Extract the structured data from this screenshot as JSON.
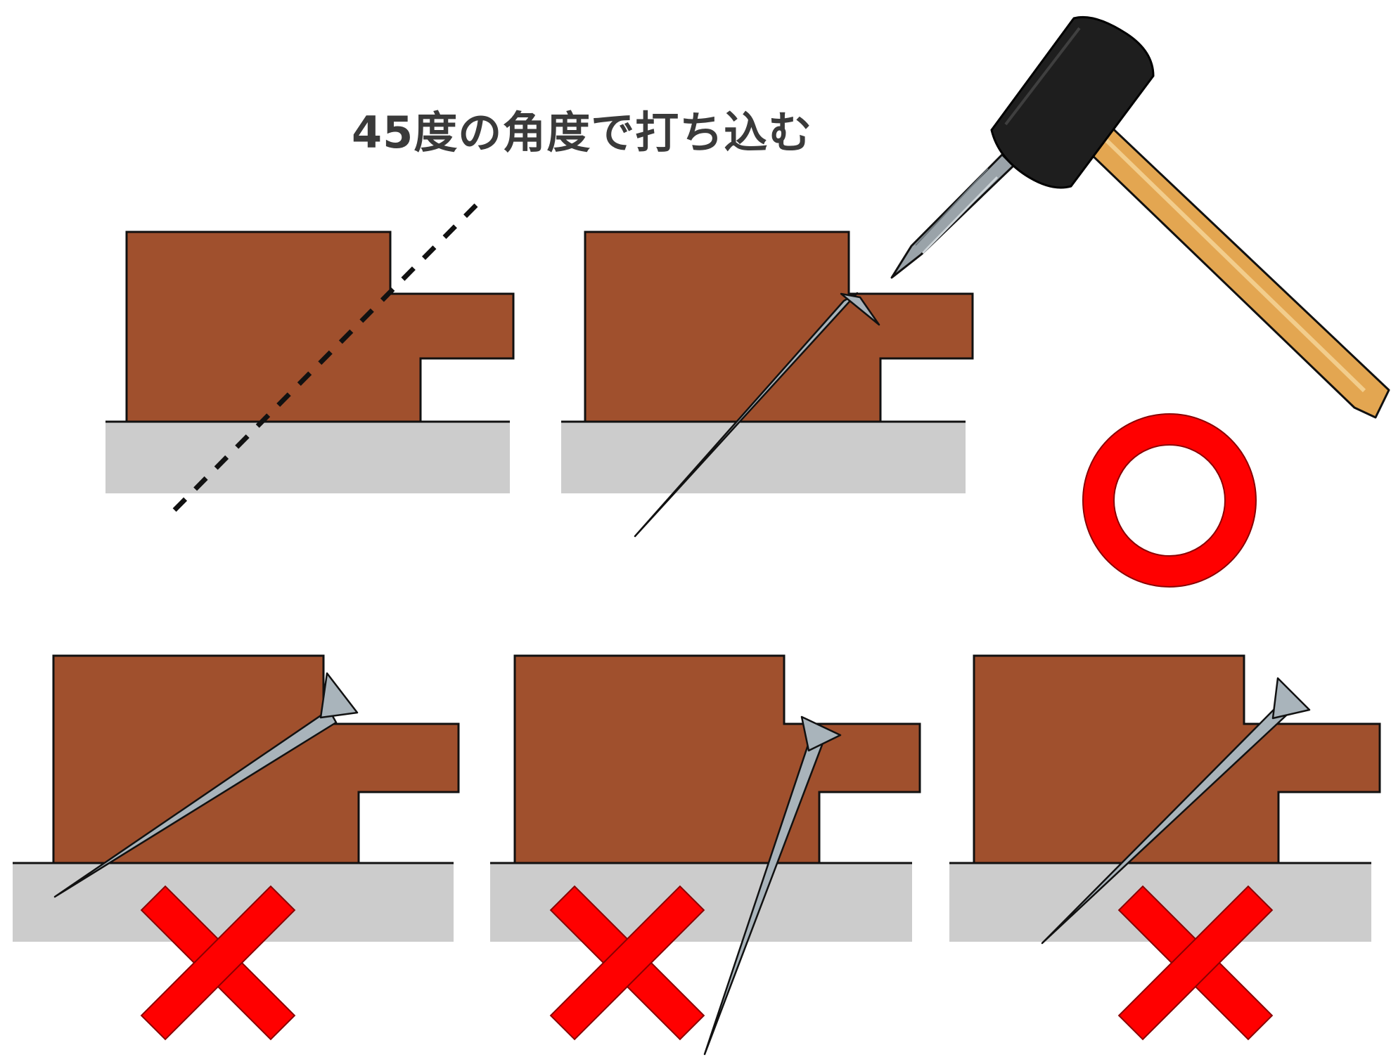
{
  "caption": "45度の角度で打ち込む",
  "colors": {
    "wood": "#a0502d",
    "floor": "#cccccc",
    "nail": "#a9b4bb",
    "mark": "#ff0000",
    "outline": "#111111",
    "hammer_head": "#1e1e1e",
    "hammer_handle": "#e3a651"
  },
  "icons": {
    "correct_mark": "circle-mark-icon",
    "wrong_mark": "cross-mark-icon",
    "tool": "hammer-icon",
    "punch": "nail-set-icon"
  },
  "panels": [
    {
      "id": "guide",
      "result": "guide-line"
    },
    {
      "id": "correct",
      "result": "correct"
    },
    {
      "id": "wrong-1",
      "result": "wrong"
    },
    {
      "id": "wrong-2",
      "result": "wrong"
    },
    {
      "id": "wrong-3",
      "result": "wrong"
    }
  ]
}
